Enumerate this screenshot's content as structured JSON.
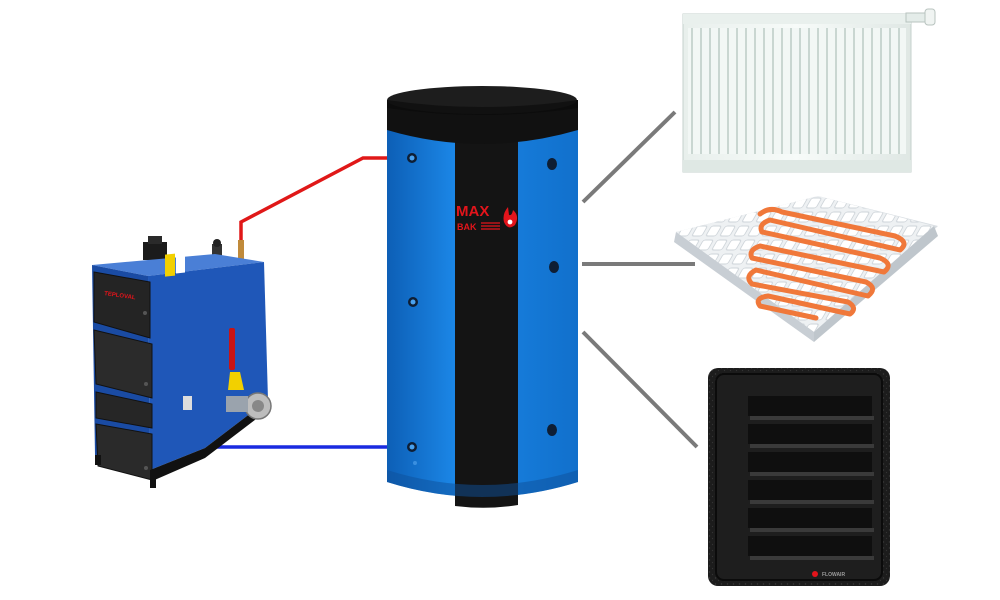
{
  "tank": {
    "brand_top": "MAX",
    "brand_bottom": "BAK"
  },
  "boiler": {
    "brand": "TEPLOVAL"
  },
  "heater": {
    "brand": "FLOWAIR"
  },
  "colors": {
    "tank_blue": "#1479d6",
    "tank_black": "#121212",
    "boiler_blue": "#1f57b8",
    "supply_pipe": "#e01818",
    "return_pipe": "#1a2be0",
    "connector": "#7a7a7a",
    "brand_red": "#e3141b",
    "underfloor_pipe": "#f0783a"
  },
  "icons": [
    "solid-fuel-boiler-icon",
    "buffer-tank-icon",
    "panel-radiator-icon",
    "underfloor-heating-icon",
    "fan-heater-icon"
  ]
}
